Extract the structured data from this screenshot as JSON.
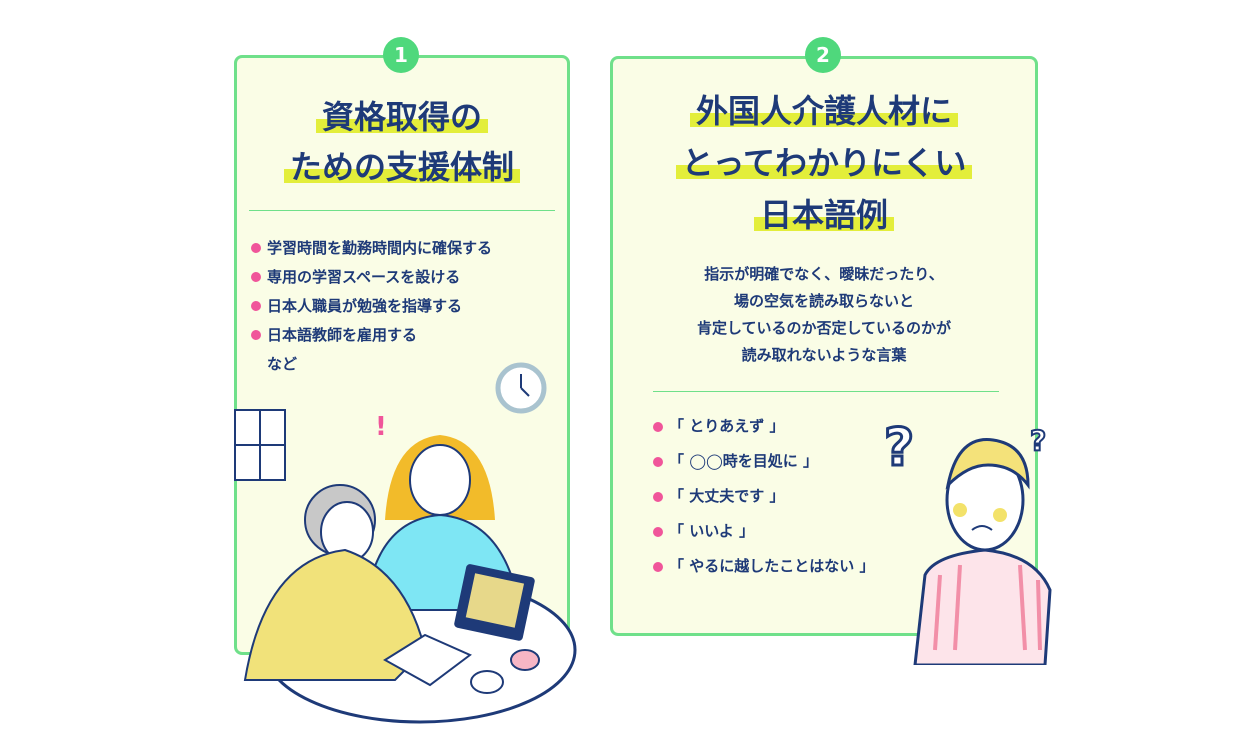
{
  "panels": [
    {
      "number": "1",
      "title_lines": [
        "資格取得の",
        "ための支援体制"
      ],
      "items": [
        "学習時間を勤務時間内に確保する",
        "専用の学習スペースを設ける",
        "日本人職員が勉強を指導する",
        "日本語教師を雇用する"
      ],
      "suffix": "など"
    },
    {
      "number": "2",
      "title_lines": [
        "外国人介護人材に",
        "とってわかりにくい",
        "日本語例"
      ],
      "description_lines": [
        "指示が明確でなく、曖昧だったり、",
        "場の空気を読み取らないと",
        "肯定しているのか否定しているのかが",
        "読み取れないような言葉"
      ],
      "items": [
        "「 とりあえず 」",
        "「 ◯◯時を目処に 」",
        "「 大丈夫です 」",
        "「 いいよ 」",
        "「 やるに越したことはない 」"
      ]
    }
  ],
  "colors": {
    "accent_green": "#4fd87c",
    "navy": "#1e3a78",
    "highlight": "#e3ee3a",
    "bullet": "#f0559a",
    "card_bg": "#fafde6"
  }
}
